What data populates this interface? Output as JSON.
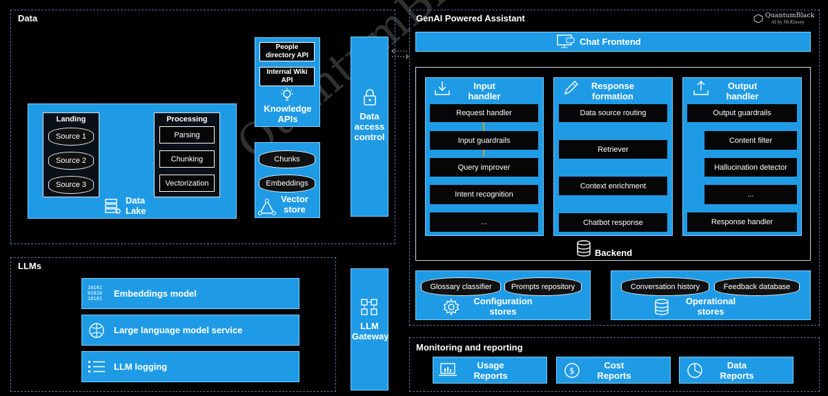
{
  "logo": {
    "brand": "QuantumBlack",
    "sub": "AI by McKinsey"
  },
  "watermark": "QuantumBlack AI by McKinsey",
  "data_section": {
    "title": "Data",
    "data_lake": {
      "label": "Data Lake",
      "landing": {
        "title": "Landing",
        "sources": [
          "Source 1",
          "Source 2",
          "Source 3"
        ]
      },
      "processing": {
        "title": "Processing",
        "steps": [
          "Parsing",
          "Chunking",
          "Vectorization"
        ]
      }
    },
    "knowledge_apis": {
      "label": "Knowledge APIs",
      "items": [
        "People directory API",
        "Internal Wiki API"
      ]
    },
    "vector_store": {
      "label": "Vector store",
      "items": [
        "Chunks",
        "Embeddings"
      ]
    }
  },
  "data_access": {
    "label": "Data access control"
  },
  "llm_gateway": {
    "label": "LLM Gateway"
  },
  "llms": {
    "title": "LLMs",
    "items": [
      "Embeddings model",
      "Large language model service",
      "LLM logging"
    ]
  },
  "assistant": {
    "title": "GenAI Powered Assistant",
    "chat_frontend": "Chat Frontend",
    "backend": {
      "label": "Backend",
      "input": {
        "title": "Input handler",
        "items": [
          "Request handler",
          "Input guardrails",
          "Query improver",
          "Intent recognition",
          "..."
        ]
      },
      "response": {
        "title": "Response formation",
        "items": [
          "Data source routing",
          "Retriever",
          "Context enrichment",
          "Chatbot response"
        ]
      },
      "output": {
        "title": "Output handler",
        "items": [
          "Output guardrails",
          "Content filter",
          "Hallucination detector",
          "...",
          "Response handler"
        ]
      }
    },
    "config_stores": {
      "label": "Configuration stores",
      "items": [
        "Glossary classifier",
        "Prompts repository"
      ]
    },
    "operational_stores": {
      "label": "Operational stores",
      "items": [
        "Conversation history",
        "Feedback database"
      ]
    }
  },
  "monitoring": {
    "title": "Monitoring and reporting",
    "reports": [
      "Usage Reports",
      "Cost Reports",
      "Data Reports"
    ]
  },
  "colors": {
    "background": "#000000",
    "accent": "#1f9be6",
    "dashed_border": "#4f79a6",
    "cell": "#060606"
  }
}
